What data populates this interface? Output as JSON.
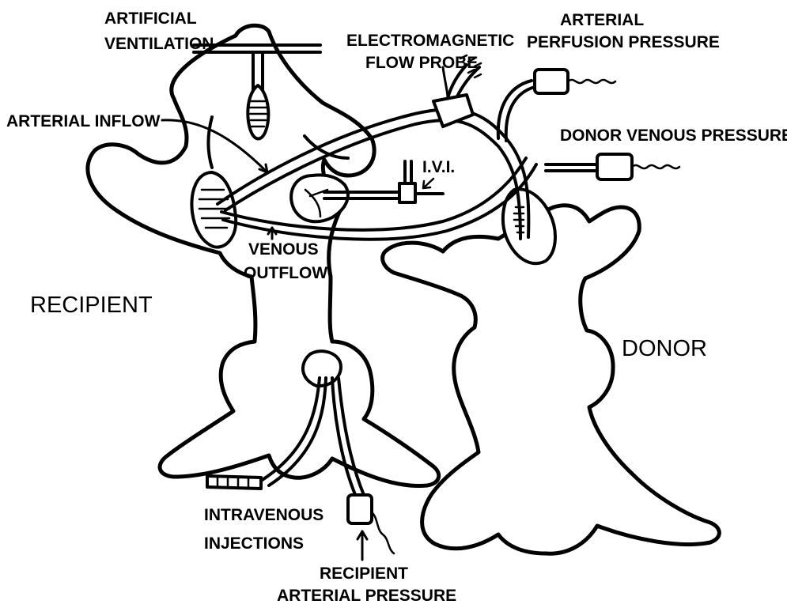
{
  "labels": {
    "artificial_ventilation_1": "ARTIFICIAL",
    "artificial_ventilation_2": "VENTILATION",
    "electromagnetic_1": "ELECTROMAGNETIC",
    "electromagnetic_2": "FLOW PROBE",
    "arterial_perfusion_1": "ARTERIAL",
    "arterial_perfusion_2": "PERFUSION PRESSURE",
    "arterial_inflow": "ARTERIAL INFLOW",
    "donor_venous_pressure": "DONOR VENOUS PRESSURE",
    "ivi": "I.V.I.",
    "venous_outflow_1": "VENOUS",
    "venous_outflow_2": "OUTFLOW",
    "recipient": "RECIPIENT",
    "donor": "DONOR",
    "intravenous_1": "INTRAVENOUS",
    "intravenous_2": "INJECTIONS",
    "recipient_arterial_1": "RECIPIENT",
    "recipient_arterial_2": "ARTERIAL PRESSURE"
  },
  "colors": {
    "ink": "#000000",
    "paper": "#ffffff"
  }
}
